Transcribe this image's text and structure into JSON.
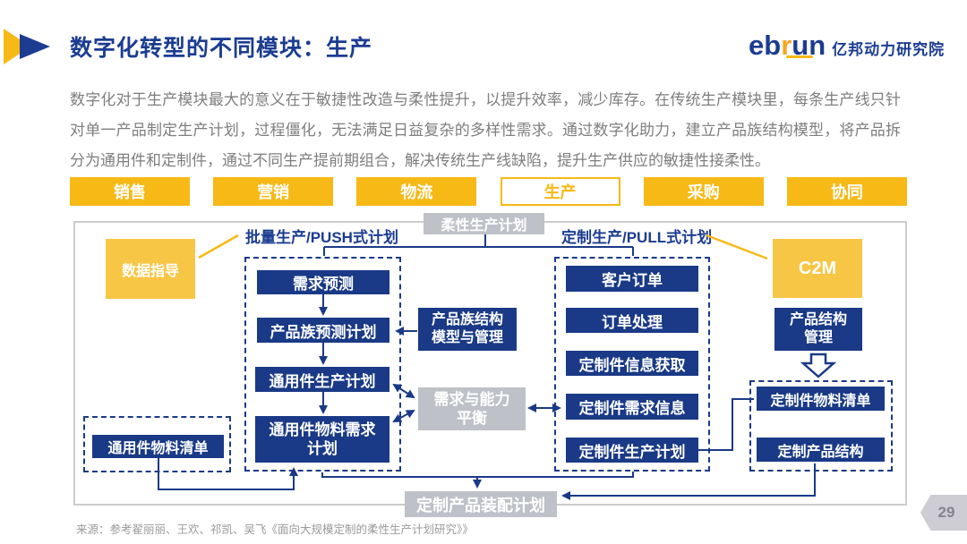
{
  "slide": {
    "title": "数字化转型的不同模块：生产",
    "logo": {
      "eb": "eb",
      "r": "r",
      "un": "un",
      "org": "亿邦动力研究院"
    },
    "intro": "数字化对于生产模块最大的意义在于敏捷性改造与柔性提升，以提升效率，减少库存。在传统生产模块里，每条生产线只针对单一产品制定生产计划，过程僵化，无法满足日益复杂的多样性需求。通过数字化助力，建立产品族结构模型，将产品拆分为通用件和定制件，通过不同生产提前期组合，解决传统生产线缺陷，提升生产供应的敏捷性接柔性。",
    "tabs": [
      {
        "label": "销售",
        "active": false
      },
      {
        "label": "营销",
        "active": false
      },
      {
        "label": "物流",
        "active": false
      },
      {
        "label": "生产",
        "active": true
      },
      {
        "label": "采购",
        "active": false
      },
      {
        "label": "协同",
        "active": false
      }
    ],
    "diagram": {
      "top_label": "柔性生产计划",
      "push_label": "批量生产/PUSH式计划",
      "pull_label": "定制生产/PULL式计划",
      "data_guide": "数据指导",
      "c2m": "C2M",
      "push_chain": [
        "需求预测",
        "产品族预测计划",
        "通用件生产计划",
        "通用件物料需求\n计划"
      ],
      "pull_chain": [
        "客户订单",
        "订单处理",
        "定制件信息获取",
        "定制件需求信息",
        "定制件生产计划"
      ],
      "family_model": "产品族结构\n模型与管理",
      "balance": "需求与能力\n平衡",
      "structure_mgmt": "产品结构\n管理",
      "custom_bom": "定制件物料清单",
      "custom_structure": "定制产品结构",
      "common_bom": "通用件物料清单",
      "assembly_plan": "定制产品装配计划"
    },
    "footer": {
      "source": "来源：参考翟丽丽、王欢、祁凯、吴飞《面向大规模定制的柔性生产计划研究》》",
      "page": "29"
    },
    "colors": {
      "navy": "#1A3A87",
      "yellow": "#F7B916",
      "yellow_light": "#F8C645",
      "gray_box": "#BEC1C8"
    }
  }
}
